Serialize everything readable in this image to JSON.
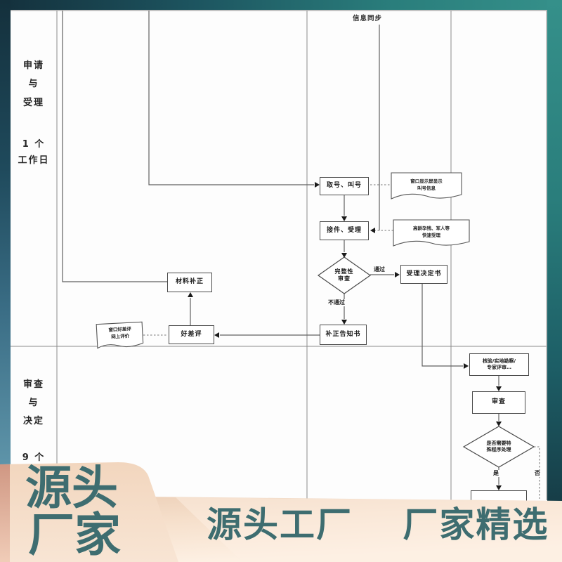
{
  "colors": {
    "frame_teal_dark": "#14303c",
    "frame_teal": "#2a7e7c",
    "banner_cream": "#f3d9c2",
    "banner_text_teal": "#3e6d70",
    "line_gray": "#6b6b6b"
  },
  "lanes": {
    "lane1": {
      "title1": "申请",
      "title2": "与",
      "title3": "受理",
      "duration1": "1 个",
      "duration2": "工作日"
    },
    "lane2": {
      "title1": "审查",
      "title2": "与",
      "title3": "决定",
      "duration1": "9 个"
    }
  },
  "flow": {
    "info_sync": "信息同步",
    "take_number": "取号、叫号",
    "queue_doc_l1": "窗口显示屏显示",
    "queue_doc_l2": "叫号信息",
    "receive": "接件、受理",
    "fast_doc_l1": "高龄孕残、军人等",
    "fast_doc_l2": "快速受理",
    "check_l1": "完整性",
    "check_l2": "审查",
    "pass_label": "通过",
    "fail_label": "不通过",
    "accept_decision": "受理决定书",
    "correction_notice": "补正告知书",
    "material_correction": "材料补正",
    "rating": "好差评",
    "rating_doc_l1": "窗口好差评",
    "rating_doc_l2": "网上评价",
    "verify_l1": "核验/实地勘察/",
    "verify_l2": "专家评审…",
    "review": "审查",
    "special_l1": "是否需要特",
    "special_l2": "殊程序处理",
    "yes_label": "是",
    "no_label": "否"
  },
  "banner": {
    "chip_line1": "源头",
    "chip_line2": "厂家",
    "strip_text": "源头工厂　 厂家精选"
  }
}
